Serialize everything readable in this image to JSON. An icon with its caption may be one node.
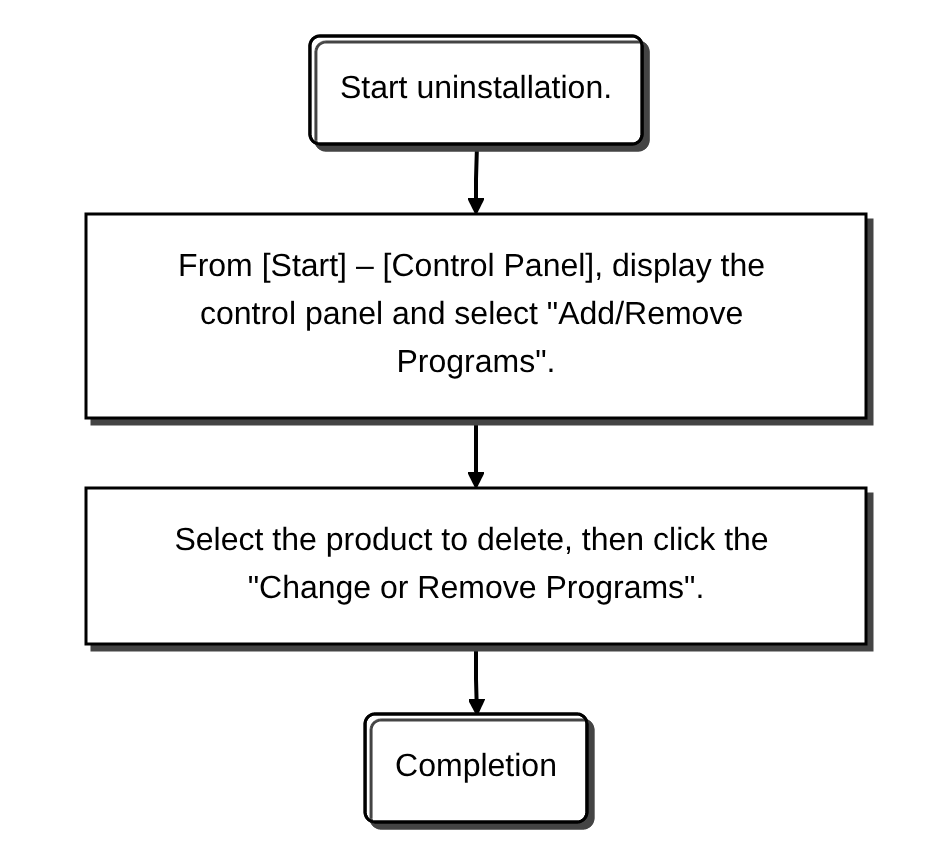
{
  "diagram": {
    "nodes": [
      {
        "text": [
          "Start uninstallation."
        ]
      },
      {
        "text": [
          "From [Start] – [Control Panel], display the control panel and select \"Add/Remove Programs\"."
        ]
      },
      {
        "text": [
          "Select the product to delete, then click the \"Change or Remove Programs\"."
        ]
      },
      {
        "text": [
          "Completion"
        ]
      }
    ],
    "edges": [
      {
        "from": 0,
        "to": 1,
        "arrow": "to"
      },
      {
        "from": 1,
        "to": 2,
        "arrow": "to"
      },
      {
        "from": 2,
        "to": 3,
        "arrow": "to"
      }
    ]
  }
}
